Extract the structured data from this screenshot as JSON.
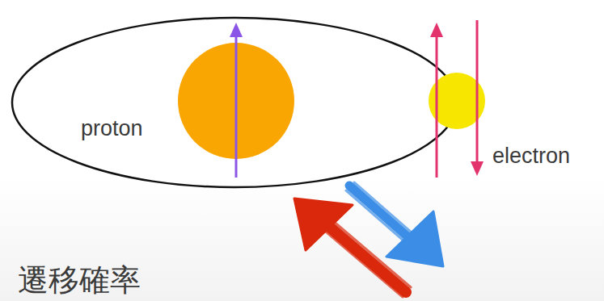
{
  "diagram": {
    "labels": [
      "proton",
      "electron",
      "遷移確率"
    ]
  }
}
